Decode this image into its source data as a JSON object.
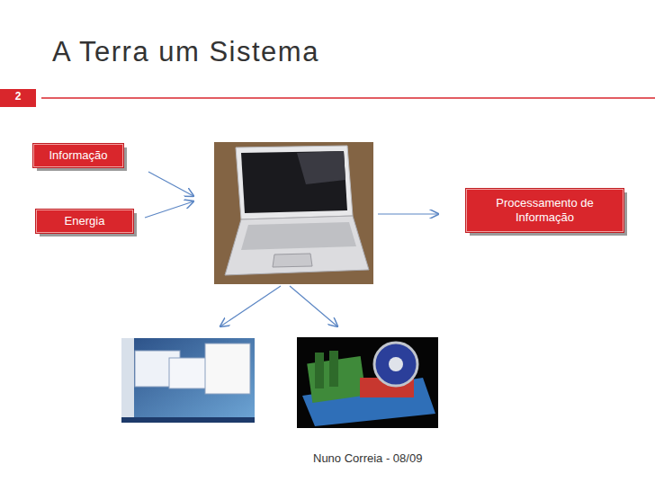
{
  "diagram": {
    "title": "A Terra um Sistema",
    "nodes": [
      {
        "text": [
          "Informação"
        ]
      },
      {
        "text": [
          "Energia"
        ]
      },
      {
        "text": [
          "Processamento de Informação"
        ]
      }
    ],
    "labels": [
      "2",
      "Nuno Correia - 08/09"
    ]
  }
}
